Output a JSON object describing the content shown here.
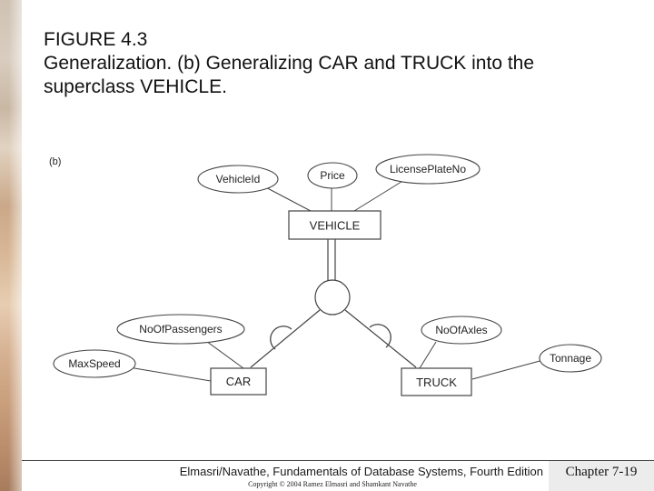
{
  "title": {
    "figure": "FIGURE 4.3",
    "caption_line1": "Generalization. (b) Generalizing CAR and TRUCK into the",
    "caption_line2": "superclass VEHICLE."
  },
  "diagram": {
    "panel_label": "(b)",
    "superclass": {
      "name": "VEHICLE",
      "attributes": [
        "VehicleId",
        "Price",
        "LicensePlateNo"
      ]
    },
    "subclasses": [
      {
        "name": "CAR",
        "attributes": [
          "NoOfPassengers",
          "MaxSpeed"
        ]
      },
      {
        "name": "TRUCK",
        "attributes": [
          "NoOfAxles",
          "Tonnage"
        ]
      }
    ]
  },
  "footer": {
    "book": "Elmasri/Navathe, Fundamentals of Database Systems, Fourth Edition",
    "copyright": "Copyright © 2004 Ramez Elmasri and Shamkant Navathe",
    "chapter": "Chapter 7-19"
  }
}
